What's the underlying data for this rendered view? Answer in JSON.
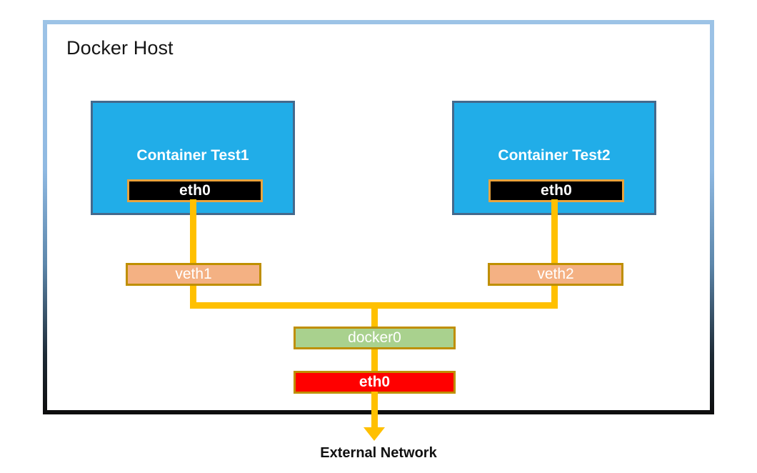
{
  "diagram": {
    "title": "Docker Host",
    "host_border_color_top": "#9DC3E6",
    "host_border_color_bottom": "#0D0D0D",
    "wire_color": "#FFC000",
    "containers": [
      {
        "name": "Container Test1",
        "interface": "eth0",
        "interface_fill": "#000000",
        "interface_border": "#E8A33D",
        "fill": "#21ADE8",
        "border": "#44698C"
      },
      {
        "name": "Container Test2",
        "interface": "eth0",
        "interface_fill": "#000000",
        "interface_border": "#E8A33D",
        "fill": "#21ADE8",
        "border": "#44698C"
      }
    ],
    "veths": [
      {
        "label": "veth1",
        "fill": "#F4B183",
        "border": "#BF8F00"
      },
      {
        "label": "veth2",
        "fill": "#F4B183",
        "border": "#BF8F00"
      }
    ],
    "bridge": {
      "label": "docker0",
      "fill": "#A9D18E",
      "border": "#BF8F00"
    },
    "host_interface": {
      "label": "eth0",
      "fill": "#FF0000",
      "border": "#BF8F00"
    },
    "external": {
      "label": "External Network"
    }
  }
}
